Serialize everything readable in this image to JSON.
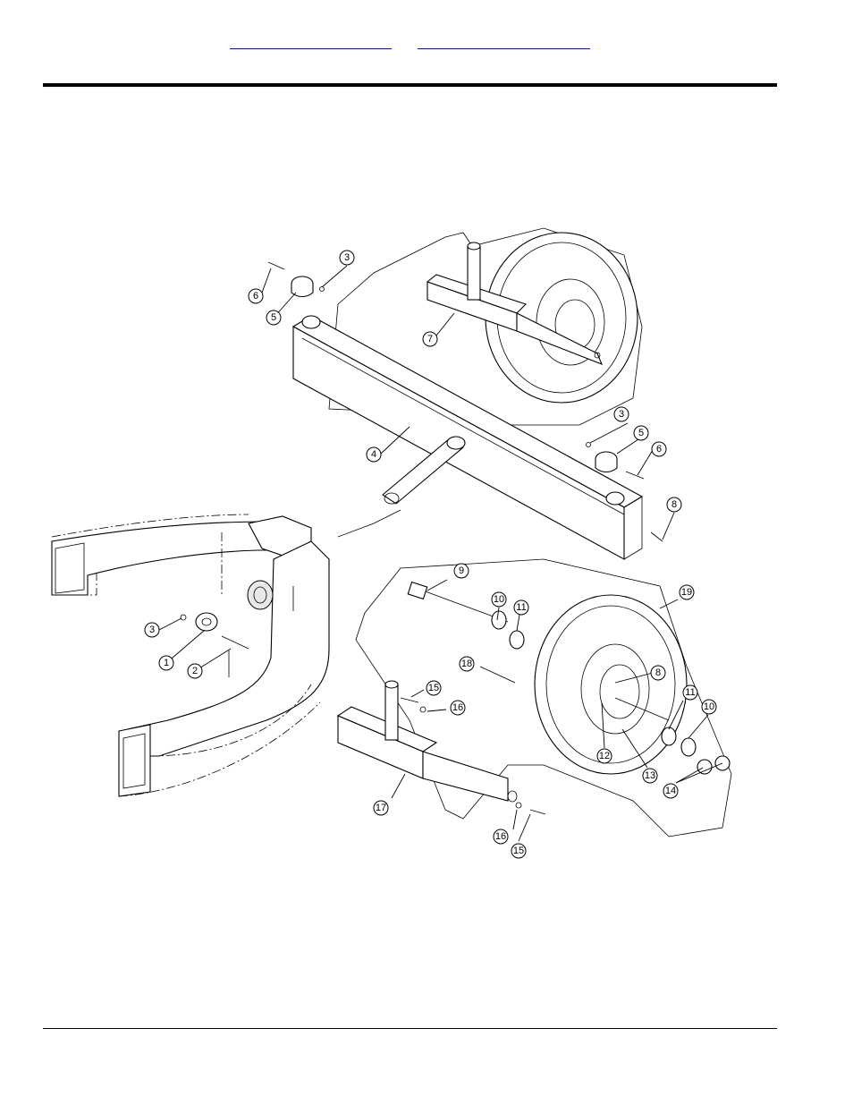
{
  "header": {
    "links": [
      {
        "id": "link-a",
        "text": ""
      },
      {
        "id": "link-b",
        "text": ""
      }
    ]
  },
  "diagram": {
    "callouts": [
      "1",
      "2",
      "3",
      "3",
      "3",
      "4",
      "5",
      "5",
      "6",
      "6",
      "7",
      "8",
      "8",
      "9",
      "10",
      "10",
      "11",
      "11",
      "12",
      "13",
      "14",
      "15",
      "15",
      "16",
      "16",
      "17",
      "18",
      "19"
    ]
  }
}
